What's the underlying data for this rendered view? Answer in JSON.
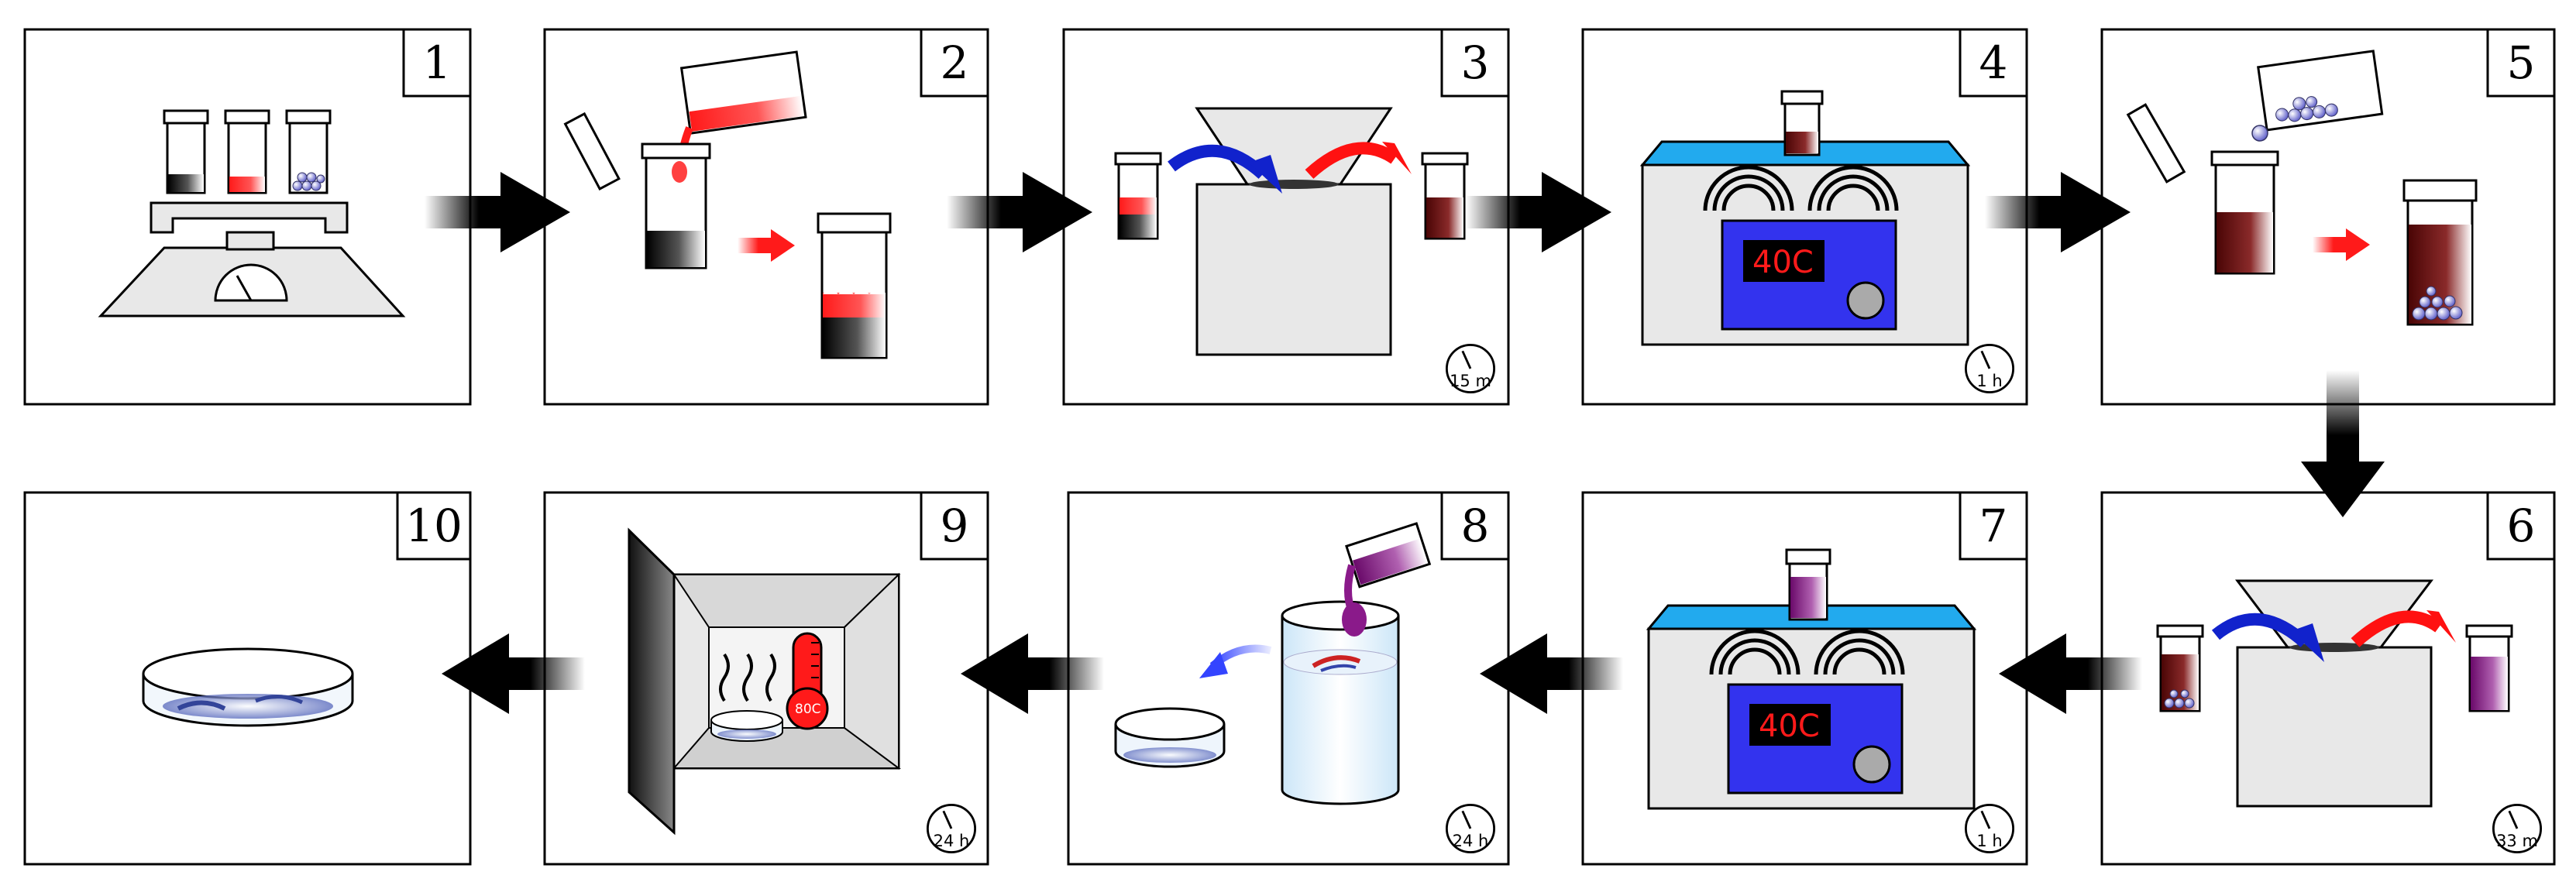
{
  "steps": [
    {
      "number": "1"
    },
    {
      "number": "2"
    },
    {
      "number": "3",
      "timer": "15 m"
    },
    {
      "number": "4",
      "timer": "1 h",
      "display": "40C"
    },
    {
      "number": "5"
    },
    {
      "number": "6",
      "timer": "33 m"
    },
    {
      "number": "7",
      "timer": "1 h",
      "display": "40C"
    },
    {
      "number": "8",
      "timer": "24 h"
    },
    {
      "number": "9",
      "timer": "24 h",
      "oven_temp": "80C"
    },
    {
      "number": "10"
    }
  ],
  "colors": {
    "water_bath": "#22aaee",
    "control_panel": "#3333ee",
    "display": "#000000",
    "device_body": "#e8e8e8",
    "red_liquid": "#ff1a1a",
    "dark_red_liquid": "#6b0a0a",
    "purple_liquid": "#8a1a8a",
    "bead_blue": "#8888dd",
    "arrow_blue": "#1122cc",
    "arrow_red": "#ff1111"
  }
}
